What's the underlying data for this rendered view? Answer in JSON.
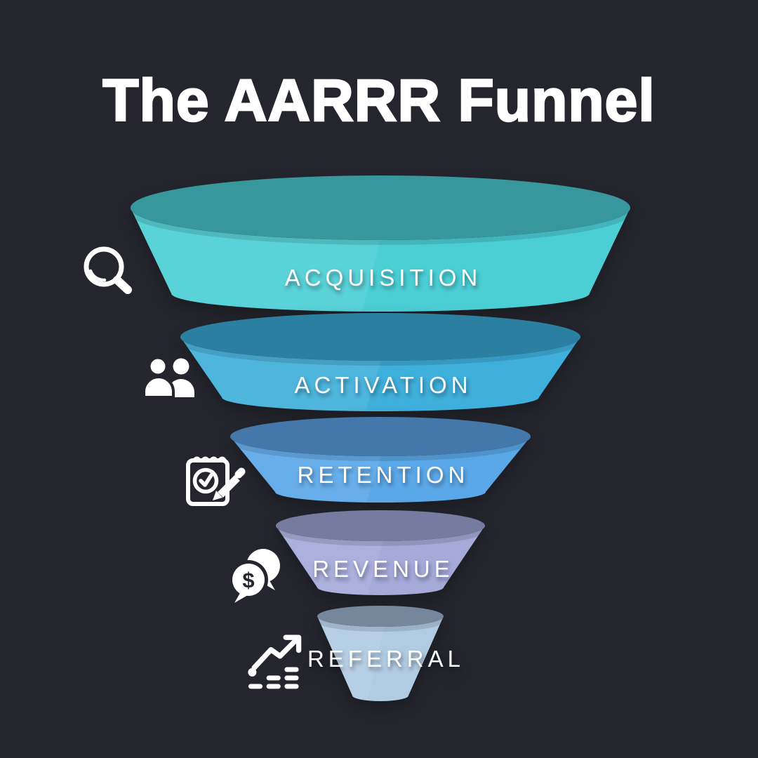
{
  "title": "The AARRR Funnel",
  "colors": {
    "background": "#25252e",
    "text": "#ffffff",
    "icon": "#ffffff"
  },
  "funnel": {
    "stages": [
      {
        "label": "ACQUISITION",
        "icon": "search-icon",
        "top_color": "#37979c",
        "front_color": "#4bcfd5"
      },
      {
        "label": "ACTIVATION",
        "icon": "users-icon",
        "top_color": "#2b80a2",
        "front_color": "#3fafdb"
      },
      {
        "label": "RETENTION",
        "icon": "notepad-check-icon",
        "top_color": "#4478aa",
        "front_color": "#5ba8e9"
      },
      {
        "label": "REVENUE",
        "icon": "money-chat-icon",
        "top_color": "#767ca0",
        "front_color": "#a5aad9"
      },
      {
        "label": "REFERRAL",
        "icon": "growth-chart-icon",
        "top_color": "#76879b",
        "front_color": "#b1cbe2"
      }
    ]
  },
  "icon_glyphs": {
    "dollar": "$"
  }
}
